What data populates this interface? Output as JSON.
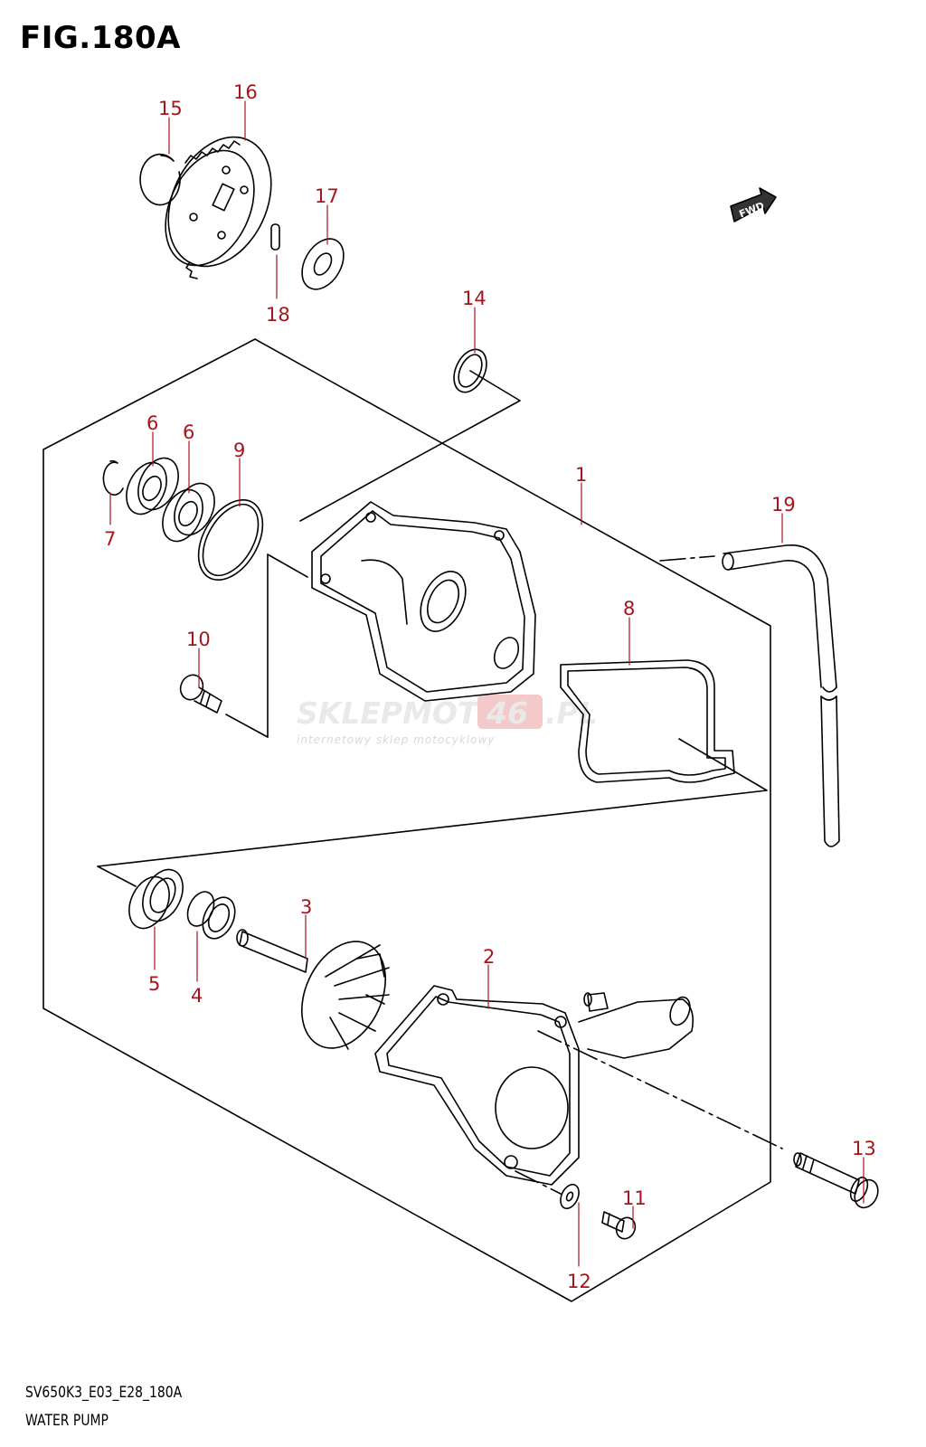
{
  "figure": {
    "title": "FIG.180A",
    "code": "SV650K3_E03_E28_180A",
    "name": "WATER PUMP"
  },
  "fwd_badge": "FWD",
  "watermark": {
    "main_left": "SKLEPMOTO",
    "main_number": "46",
    "main_suffix": ".PL",
    "subtitle": "internetowy sklep motocyklowy"
  },
  "callouts": [
    {
      "id": "1",
      "label": "1"
    },
    {
      "id": "2",
      "label": "2"
    },
    {
      "id": "3",
      "label": "3"
    },
    {
      "id": "4",
      "label": "4"
    },
    {
      "id": "5",
      "label": "5"
    },
    {
      "id": "6a",
      "label": "6"
    },
    {
      "id": "6b",
      "label": "6"
    },
    {
      "id": "7",
      "label": "7"
    },
    {
      "id": "8",
      "label": "8"
    },
    {
      "id": "9",
      "label": "9"
    },
    {
      "id": "10",
      "label": "10"
    },
    {
      "id": "11",
      "label": "11"
    },
    {
      "id": "12",
      "label": "12"
    },
    {
      "id": "13",
      "label": "13"
    },
    {
      "id": "14",
      "label": "14"
    },
    {
      "id": "15",
      "label": "15"
    },
    {
      "id": "16",
      "label": "16"
    },
    {
      "id": "17",
      "label": "17"
    },
    {
      "id": "18",
      "label": "18"
    },
    {
      "id": "19",
      "label": "19"
    }
  ],
  "colors": {
    "callout": "#a6151b",
    "line": "#000000",
    "watermark": "#e9e9e9",
    "watermark_accent": "#f3c9c9"
  }
}
